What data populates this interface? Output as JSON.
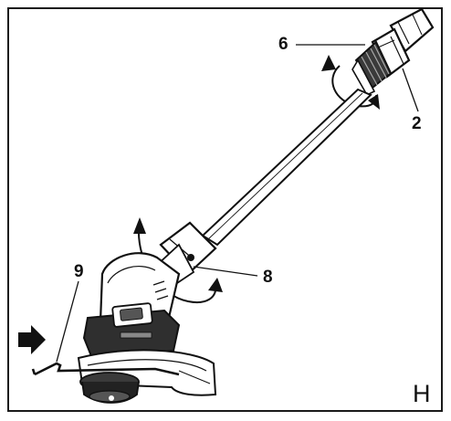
{
  "figure": {
    "letter": "H",
    "callouts": {
      "adjust_collar": "6",
      "upper_tube": "2",
      "lower_collar": "8",
      "edge_guide": "9"
    }
  },
  "colors": {
    "ink": "#111111",
    "tool_dark": "#2b2b2b",
    "tool_mid": "#6f6f6f",
    "tool_light": "#d9d9d9"
  },
  "icons": [
    "rotate-arrow-icon",
    "push-arrow-icon"
  ]
}
